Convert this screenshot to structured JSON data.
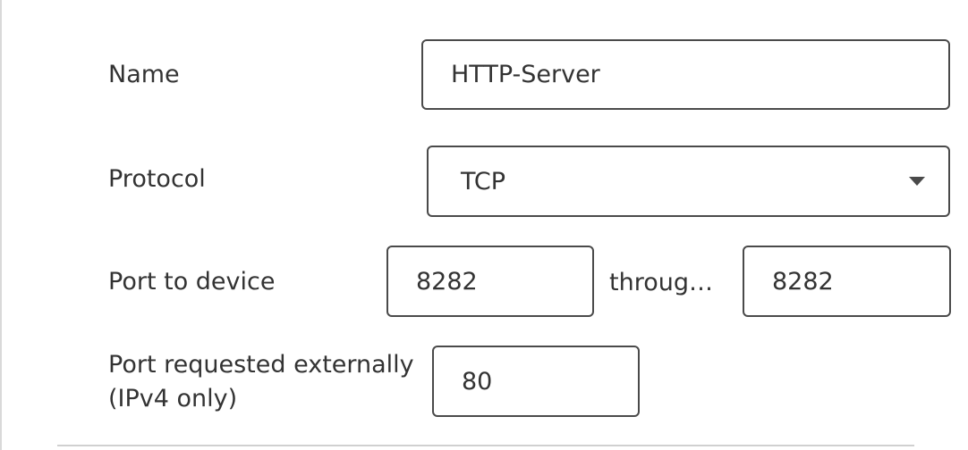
{
  "form": {
    "name": {
      "label": "Name",
      "value": "HTTP-Server"
    },
    "protocol": {
      "label": "Protocol",
      "value": "TCP"
    },
    "port_to_device": {
      "label": "Port to device",
      "from": "8282",
      "through_label": "throug…",
      "to": "8282"
    },
    "port_external": {
      "label_line1": "Port requested externally",
      "label_line2": "(IPv4 only)",
      "value": "80"
    }
  },
  "icons": {
    "protocol_dropdown": "chevron-down-icon"
  }
}
